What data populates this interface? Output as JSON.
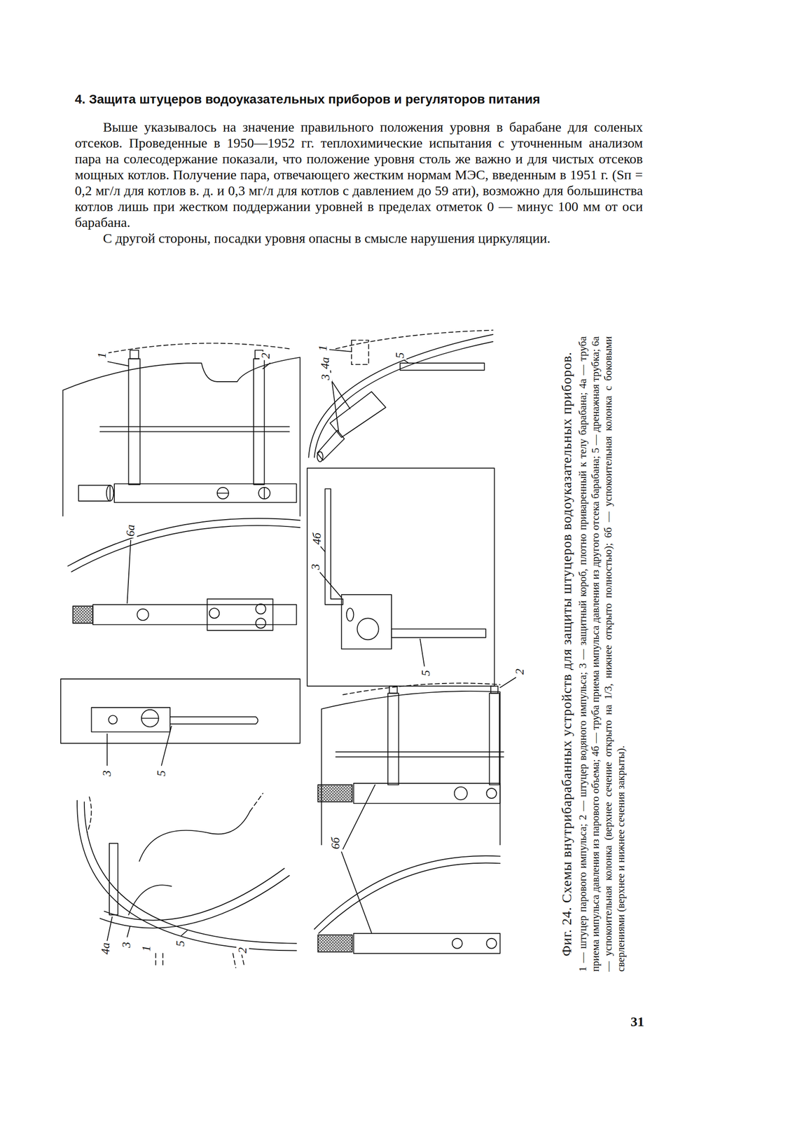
{
  "diagram": {
    "title": "4. Защита штуцеров водоуказательных приборов и регуляторов питания",
    "caption": "Фиг. 24. Схемы внутрибарабанных устройств для защиты штуцеров водоуказательных приборов.",
    "labels": [
      "Выше указывалось на значение правильного положения уровня в барабане для соленых отсеков. Проведенные в 1950—1952 гг. теплохимические испытания с уточненным анализом пара на солесодержание показали, что положение уровня столь же важно и для чистых отсеков мощных котлов. Получение пара, отвечающего жестким нормам МЭС, введенным в 1951 г. (Sп = 0,2 мг/л для котлов в. д. и 0,3 мг/л для котлов с давлением до 59 ати), возможно для большинства котлов лишь при жестком поддержании уровней в пределах отметок 0 — минус 100 мм от оси барабана.",
      "С другой стороны, посадки уровня опасны в смысле нарушения циркуляции.",
      "1",
      "2",
      "1",
      "5",
      "4а",
      "3",
      "6а",
      "4б",
      "3",
      "5",
      "2",
      "3",
      "5",
      "6б",
      "4а",
      "3",
      "1",
      "5",
      "2",
      "1 — штуцер парового импульса; 2 — штуцер водяного импульса; 3 — защитный короб, плотно приваренный к телу барабана; 4а — труба приема импульса давления из парового объема; 4б — труба приема импульса давления из другого отсека барабана; 5 — дренажная трубка; 6а — успокоительная колонка (верхнее сечение открыто на 1/3, нижнее открыто полностью); 6б — успокоительная колонка с боковыми сверлениями (верхнее и нижнее сечения закрыты).",
      "31"
    ]
  }
}
